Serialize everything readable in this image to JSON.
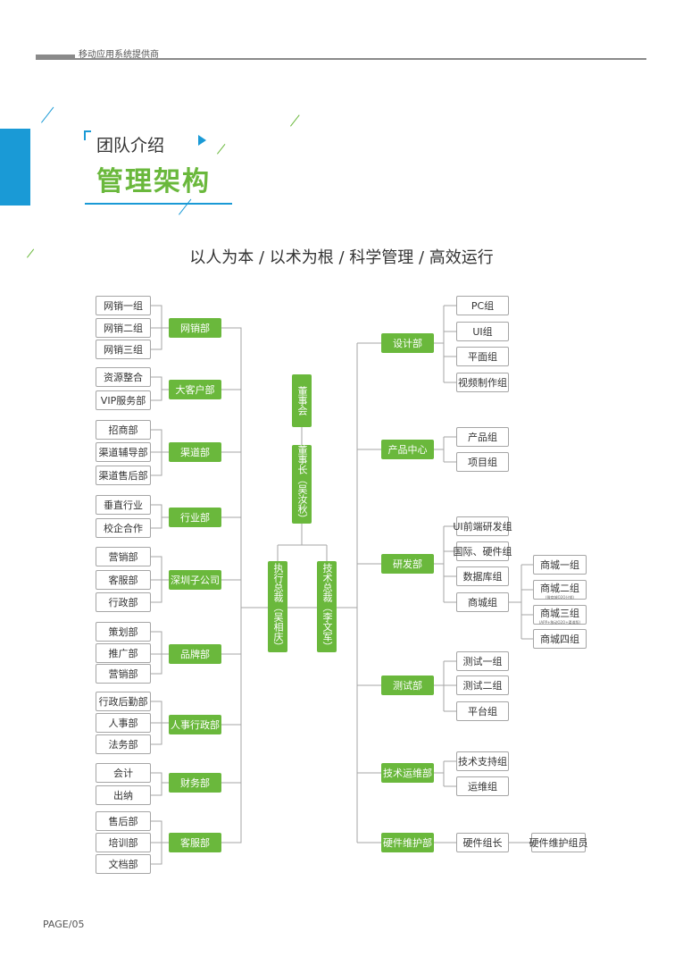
{
  "header": {
    "company": "移动应用系统提供商"
  },
  "title": {
    "small": "团队介绍",
    "big": "管理架构"
  },
  "slogan": "以人为本 / 以术为根 / 科学管理 / 高效运行",
  "center": {
    "board": "董事会",
    "chairman": "董事长（吴汝秋）",
    "exec_ceo": "执行总裁（吴相庆）",
    "tech_ceo": "技术总裁（李文军）"
  },
  "left_departments": [
    {
      "name": "网销部",
      "groups": [
        "网销一组",
        "网销二组",
        "网销三组"
      ]
    },
    {
      "name": "大客户部",
      "groups": [
        "资源整合",
        "VIP服务部"
      ]
    },
    {
      "name": "渠道部",
      "groups": [
        "招商部",
        "渠道辅导部",
        "渠道售后部"
      ]
    },
    {
      "name": "行业部",
      "groups": [
        "垂直行业",
        "校企合作"
      ]
    },
    {
      "name": "深圳子公司",
      "groups": [
        "营销部",
        "客服部",
        "行政部"
      ]
    },
    {
      "name": "品牌部",
      "groups": [
        "策划部",
        "推广部",
        "营销部"
      ]
    },
    {
      "name": "人事行政部",
      "groups": [
        "行政后勤部",
        "人事部",
        "法务部"
      ]
    },
    {
      "name": "财务部",
      "groups": [
        "会计",
        "出纳"
      ]
    },
    {
      "name": "客服部",
      "groups": [
        "售后部",
        "培训部",
        "文档部"
      ]
    }
  ],
  "right_departments": [
    {
      "name": "设计部",
      "groups": [
        "PC组",
        "UI组",
        "平面组",
        "视频制作组"
      ]
    },
    {
      "name": "产品中心",
      "groups": [
        "产品组",
        "项目组"
      ]
    },
    {
      "name": "研发部",
      "groups": [
        "UI前端研发组",
        "国际、硬件组",
        "数据库组",
        "商城组"
      ]
    },
    {
      "name": "测试部",
      "groups": [
        "测试一组",
        "测试二组",
        "平台组"
      ]
    },
    {
      "name": "技术运维部",
      "groups": [
        "技术支持组",
        "运维组"
      ]
    },
    {
      "name": "硬件维护部",
      "groups": [
        "硬件组长"
      ]
    }
  ],
  "mall_groups": [
    {
      "name": "商城一组",
      "note": ""
    },
    {
      "name": "商城二组",
      "note": "(微商城O2O分销)"
    },
    {
      "name": "商城三组",
      "note": "(APP+移动O2O+渠道版)"
    },
    {
      "name": "商城四组",
      "note": ""
    }
  ],
  "hardware_member": "硬件维护组员",
  "footer": {
    "page": "PAGE/05"
  },
  "colors": {
    "green": "#6ab83c",
    "blue": "#1a9ad6",
    "line": "#a5a5a5"
  }
}
